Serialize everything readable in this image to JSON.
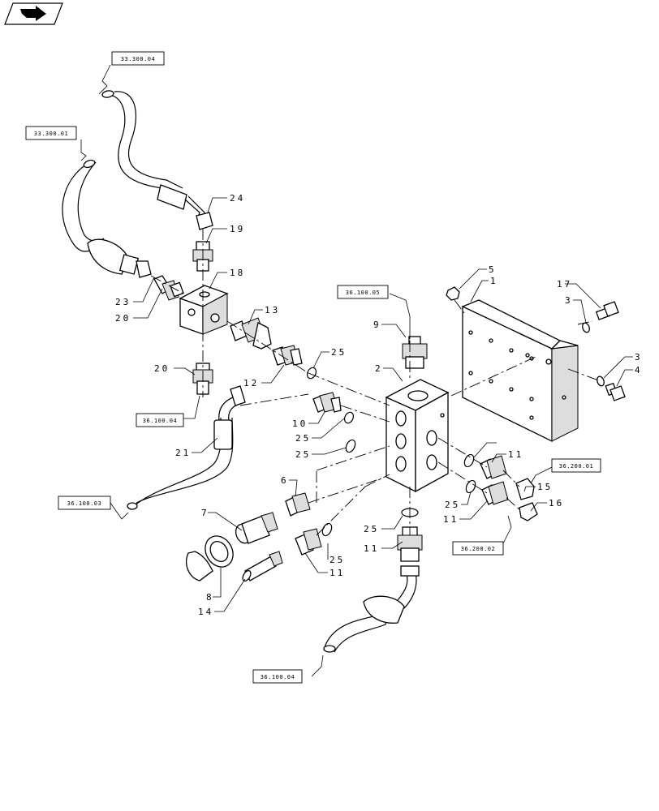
{
  "nav": {
    "icon": "arrow-right-icon"
  },
  "references": [
    {
      "id": "ref-33-300-04",
      "text": "33.300.04"
    },
    {
      "id": "ref-33-300-01",
      "text": "33.300.01"
    },
    {
      "id": "ref-36-100-05",
      "text": "36.100.05"
    },
    {
      "id": "ref-36-100-04-a",
      "text": "36.100.04"
    },
    {
      "id": "ref-36-100-03",
      "text": "36.100.03"
    },
    {
      "id": "ref-36-200-01",
      "text": "36.200.01"
    },
    {
      "id": "ref-36-200-02",
      "text": "36.200.02"
    },
    {
      "id": "ref-36-100-04-b",
      "text": "36.100.04"
    }
  ],
  "callouts": [
    "24",
    "19",
    "18",
    "23",
    "20",
    "13",
    "20",
    "12",
    "25",
    "10",
    "25",
    "25",
    "21",
    "9",
    "2",
    "5",
    "1",
    "17",
    "3",
    "3",
    "4",
    "6",
    "7",
    "8",
    "14",
    "25",
    "11",
    "25",
    "11",
    "11",
    "25",
    "11",
    "15",
    "16"
  ]
}
